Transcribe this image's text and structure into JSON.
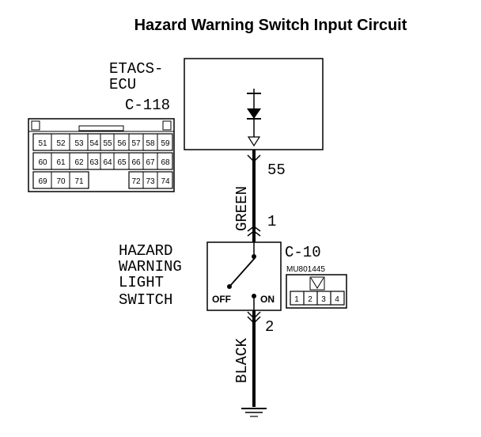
{
  "title": "Hazard Warning Switch Input Circuit",
  "etacs": {
    "line1": "ETACS-",
    "line2": "ECU",
    "connector_id": "C-118",
    "terminal": "55"
  },
  "connector_c118": {
    "row1": [
      "51",
      "52",
      "53",
      "54",
      "55",
      "56",
      "57",
      "58",
      "59"
    ],
    "row2": [
      "60",
      "61",
      "62",
      "63",
      "64",
      "65",
      "66",
      "67",
      "68"
    ],
    "row3_left": [
      "69",
      "70",
      "71"
    ],
    "row3_right": [
      "72",
      "73",
      "74"
    ]
  },
  "wire_top": {
    "color": "GREEN",
    "pin": "1"
  },
  "wire_bottom": {
    "color": "BLACK",
    "pin": "2"
  },
  "switch": {
    "line1": "HAZARD",
    "line2": "WARNING",
    "line3": "LIGHT",
    "line4": "SWITCH",
    "off_label": "OFF",
    "on_label": "ON"
  },
  "connector_c10": {
    "id": "C-10",
    "part_no": "MU801445",
    "pins": [
      "1",
      "2",
      "3",
      "4"
    ]
  }
}
